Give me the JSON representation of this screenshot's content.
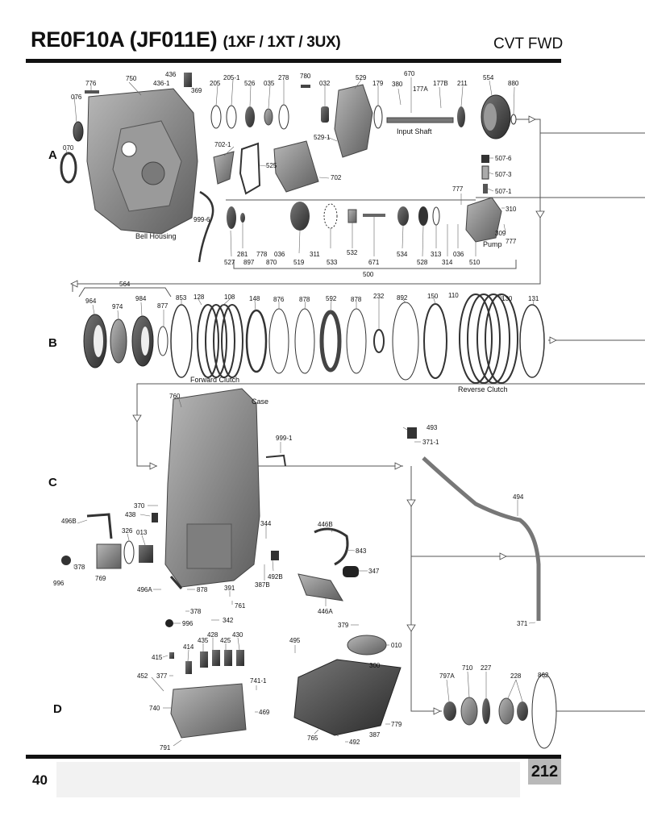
{
  "header": {
    "title": "RE0F10A (JF011E)",
    "subtitle": "(1XF / 1XT / 3UX)",
    "type": "CVT FWD"
  },
  "sections": {
    "a": "A",
    "b": "B",
    "c": "C",
    "d": "D"
  },
  "captions": {
    "bell_housing": "Bell Housing",
    "input_shaft": "Input Shaft",
    "pump": "Pump",
    "forward_clutch": "Forward Clutch",
    "reverse_clutch": "Reverse Clutch",
    "case": "Case"
  },
  "part_labels": {
    "p436": "436",
    "p436_1": "436-1",
    "p369": "369",
    "p776": "776",
    "p750": "750",
    "p076": "076",
    "p070": "070",
    "p205": "205",
    "p205_1": "205-1",
    "p526": "526",
    "p035": "035",
    "p278": "278",
    "p780": "780",
    "p032": "032",
    "p529": "529",
    "p179": "179",
    "p380": "380",
    "p670": "670",
    "p177a": "177A",
    "p177b": "177B",
    "p211": "211",
    "p554": "554",
    "p880": "880",
    "p529_1": "529-1",
    "p702_1": "702-1",
    "p525": "525",
    "p702": "702",
    "p507_6": "507-6",
    "p507_3": "507-3",
    "p507_1": "507-1",
    "p777": "777",
    "p777b": "777",
    "p310": "310",
    "p309": "309",
    "p999_6": "999-6",
    "p527": "527",
    "p281": "281",
    "p778": "778",
    "p897": "897",
    "p870": "870",
    "p036": "036",
    "p036b": "036",
    "p519": "519",
    "p311": "311",
    "p533": "533",
    "p532": "532",
    "p671": "671",
    "p534": "534",
    "p528": "528",
    "p313": "313",
    "p314": "314",
    "p510": "510",
    "p500": "500",
    "p564": "564",
    "p964": "964",
    "p974": "974",
    "p984": "984",
    "p877": "877",
    "p853": "853",
    "p128": "128",
    "p108": "108",
    "p148": "148",
    "p876": "876",
    "p878": "878",
    "p592": "592",
    "p878b": "878",
    "p232": "232",
    "p892": "892",
    "p150": "150",
    "p110": "110",
    "p130": "130",
    "p131": "131",
    "p760": "760",
    "p999_1": "999-1",
    "p493": "493",
    "p371_1": "371-1",
    "p494": "494",
    "p370": "370",
    "p438": "438",
    "p496b": "496B",
    "p326": "326",
    "p013": "013",
    "p378": "378",
    "p996": "996",
    "p769": "769",
    "p344": "344",
    "p446b": "446B",
    "p843": "843",
    "p347": "347",
    "p492b": "492B",
    "p387b": "387B",
    "p446a": "446A",
    "p496a": "496A",
    "p878c": "878",
    "p391": "391",
    "p761": "761",
    "p378b": "378",
    "p342": "342",
    "p996b": "996",
    "p371": "371",
    "p379": "379",
    "p010": "010",
    "p495": "495",
    "p428": "428",
    "p435": "435",
    "p425": "425",
    "p430": "430",
    "p414": "414",
    "p415": "415",
    "p377": "377",
    "p452": "452",
    "p741_1": "741-1",
    "p740": "740",
    "p469": "469",
    "p300": "300",
    "p797a": "797A",
    "p710": "710",
    "p227": "227",
    "p228": "228",
    "p862": "862",
    "p779": "779",
    "p765": "765",
    "p387": "387",
    "p492": "492",
    "p791": "791"
  },
  "footer": {
    "page_number": "40",
    "page_code": "212"
  }
}
